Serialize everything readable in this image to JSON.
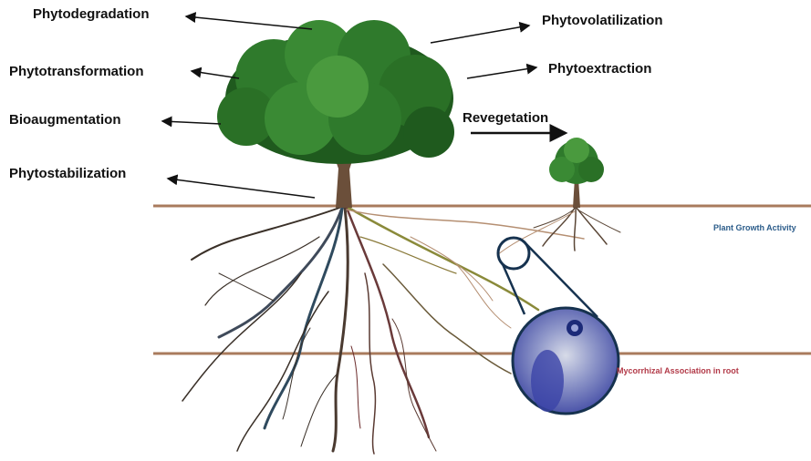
{
  "labels": {
    "phytodegradation": "Phytodegradation",
    "phytotransformation": "Phytotransformation",
    "bioaugmentation": "Bioaugmentation",
    "phytostabilization": "Phytostabilization",
    "phytovolatilization": "Phytovolatilization",
    "phytoextraction": "Phytoextraction",
    "revegetation": "Revegetation",
    "plant_growth_activity": "Plant Growth Activity",
    "mycorrhizal_association": "Mycorrhizal Association in root"
  },
  "colors": {
    "soil_line": "#a97b5d",
    "foliage": "#2f7a2c",
    "foliage_dark": "#1f5a1e",
    "trunk": "#6b4f3a",
    "roots": "#5a4636",
    "plant_growth_text": "#2b5c8a",
    "mycorrhizal_text": "#b23a48",
    "inset_fill": "#5a63b8"
  }
}
